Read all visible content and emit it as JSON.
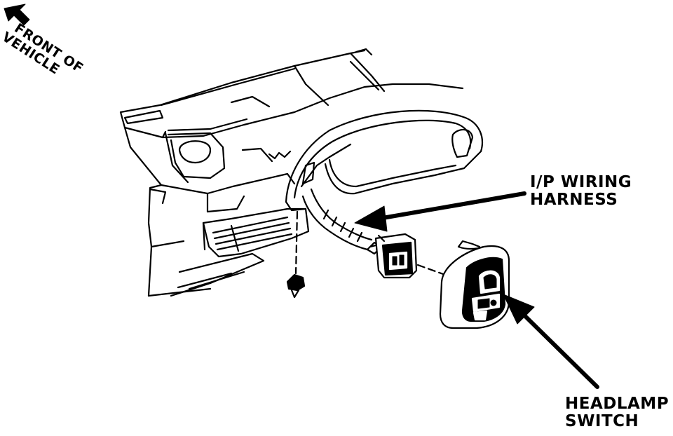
{
  "orientation": {
    "line1": "FRONT OF",
    "line2": "VEHICLE",
    "icon": "arrow-up-left-icon"
  },
  "callouts": {
    "wiring_harness": {
      "line1": "I/P WIRING",
      "line2": "HARNESS"
    },
    "headlamp_switch": {
      "line1": "HEADLAMP",
      "line2": "SWITCH"
    }
  },
  "colors": {
    "ink": "#000000",
    "paper": "#ffffff"
  }
}
